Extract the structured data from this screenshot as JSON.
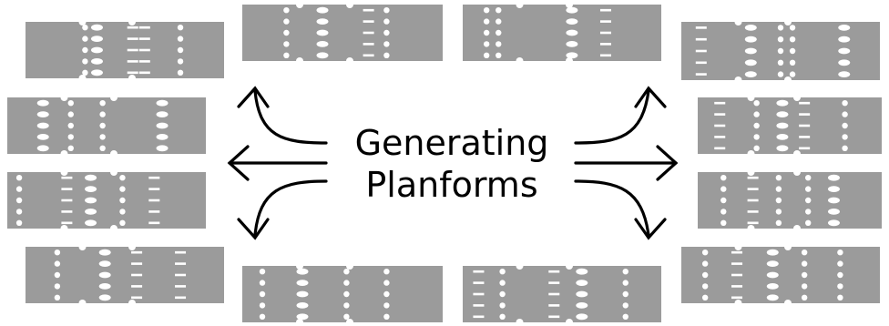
{
  "title": {
    "line1": "Generating",
    "line2": "Planforms"
  },
  "colors": {
    "panel": "#9b9b9b",
    "hole": "#ffffff",
    "arrow": "#000000",
    "text": "#000000"
  },
  "panel_count": 12,
  "arrow_directions": [
    "up-left",
    "left",
    "down-left",
    "up-right",
    "right",
    "down-right"
  ]
}
